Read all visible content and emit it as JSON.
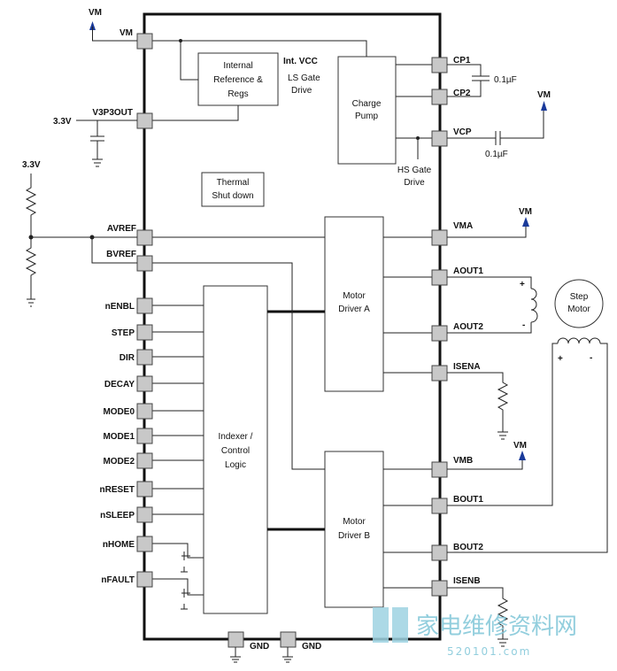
{
  "left_pins": {
    "vm": "VM",
    "v3p3out": "V3P3OUT",
    "avref": "AVREF",
    "bvref": "BVREF",
    "nenbl": "nENBL",
    "step": "STEP",
    "dir": "DIR",
    "decay": "DECAY",
    "mode0": "MODE0",
    "mode1": "MODE1",
    "mode2": "MODE2",
    "nreset": "nRESET",
    "nsleep": "nSLEEP",
    "nhome": "nHOME",
    "nfault": "nFAULT"
  },
  "right_pins": {
    "cp1": "CP1",
    "cp2": "CP2",
    "vcp": "VCP",
    "vma": "VMA",
    "aout1": "AOUT1",
    "aout2": "AOUT2",
    "isena": "ISENA",
    "vmb": "VMB",
    "bout1": "BOUT1",
    "bout2": "BOUT2",
    "isenb": "ISENB"
  },
  "bottom_pins": {
    "gnd1": "GND",
    "gnd2": "GND"
  },
  "blocks": {
    "internal_ref": [
      "Internal",
      "Reference &",
      "Regs"
    ],
    "int_vcc": "Int. VCC",
    "ls_gate": [
      "LS Gate",
      "Drive"
    ],
    "charge_pump": [
      "Charge",
      "Pump"
    ],
    "hs_gate": [
      "HS Gate",
      "Drive"
    ],
    "thermal": [
      "Thermal",
      "Shut down"
    ],
    "motor_a": [
      "Motor",
      "Driver A"
    ],
    "motor_b": [
      "Motor",
      "Driver B"
    ],
    "indexer": [
      "Indexer /",
      "Control",
      "Logic"
    ],
    "step_motor": [
      "Step",
      "Motor"
    ]
  },
  "external": {
    "vm_top": "VM",
    "v33_a": "3.3V",
    "v33_b": "3.3V",
    "cap1": "0.1µF",
    "cap2": "0.1µF",
    "vm_vcp": "VM",
    "vm_vma": "VM",
    "vm_vmb": "VM",
    "plus_a": "+",
    "minus_a": "-",
    "plus_b": "+",
    "minus_b": "-"
  },
  "watermark": {
    "text": "家电维修资料网",
    "url": "520101.com"
  }
}
